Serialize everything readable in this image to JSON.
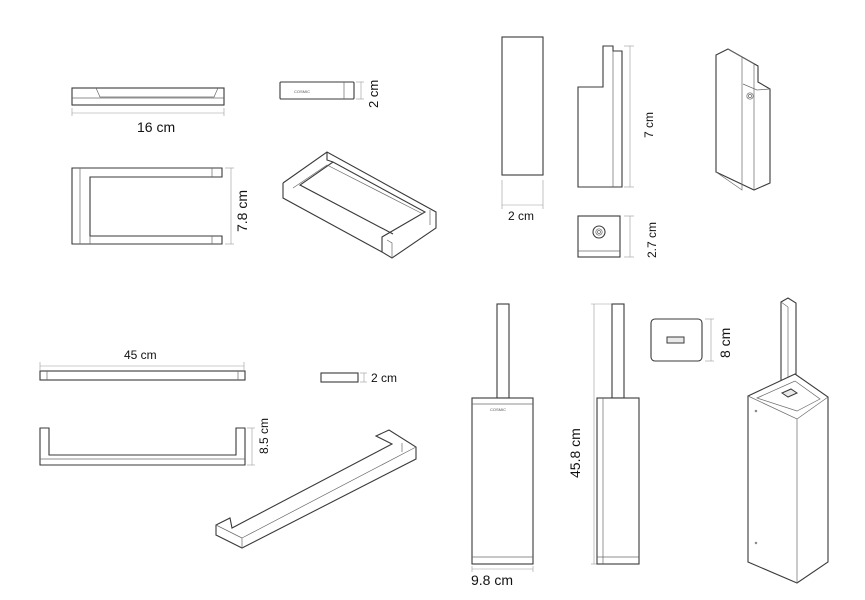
{
  "diagram": {
    "paper_holder": {
      "width_label": "16 cm",
      "height_label": "7.8 cm"
    },
    "hook_plate": {
      "depth_label": "2 cm",
      "brand": "COSMIC"
    },
    "robe_hook": {
      "width_label": "2 cm",
      "height_label": "7 cm",
      "depth_label": "2.7 cm"
    },
    "towel_bar": {
      "width_label": "45 cm",
      "depth_label": "2 cm",
      "height_label": "8.5 cm"
    },
    "toilet_brush": {
      "width_label": "9.8 cm",
      "height_label": "45.8 cm",
      "base_label": "8 cm",
      "brand": "COSMIC"
    }
  }
}
